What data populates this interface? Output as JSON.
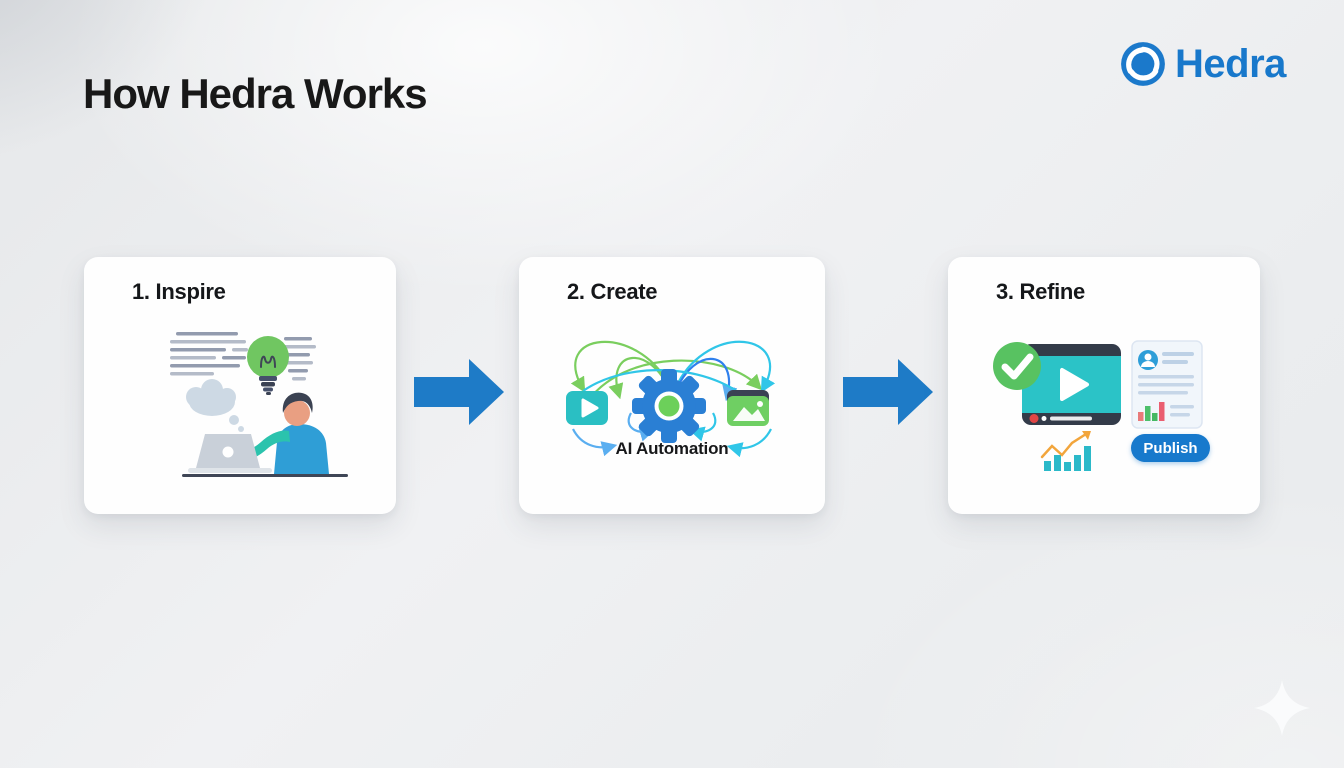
{
  "header": {
    "title": "How Hedra Works"
  },
  "brand": {
    "name": "Hedra",
    "color": "#1878cb",
    "logo_icon": "hedra-pinwheel-icon"
  },
  "steps": [
    {
      "title": "1. Inspire",
      "illustration": "person-at-laptop-with-lightbulb-and-notes"
    },
    {
      "title": "2. Create",
      "caption": "AI Automation",
      "illustration": "gear-linking-video-and-image-with-swirl-arrows"
    },
    {
      "title": "3. Refine",
      "action_label": "Publish",
      "illustration": "approved-video-player-report-and-analytics"
    }
  ],
  "connectors": [
    {
      "type": "arrow-right",
      "color": "#1e7bc7"
    },
    {
      "type": "arrow-right",
      "color": "#1e7bc7"
    }
  ],
  "decoration": {
    "sparkle": "four-point-star"
  },
  "palette": {
    "background": "#edeff1",
    "card": "#fefefe",
    "title_text": "#181818",
    "brand_blue": "#1878cb",
    "arrow_blue": "#1e7bc7",
    "teal": "#2abfc3",
    "green": "#6fcf63",
    "cyan": "#30c6e8",
    "gear_blue": "#2a7fd4",
    "check_green": "#58c261",
    "publish_blue": "#1779cc",
    "orange": "#f2a53c"
  }
}
